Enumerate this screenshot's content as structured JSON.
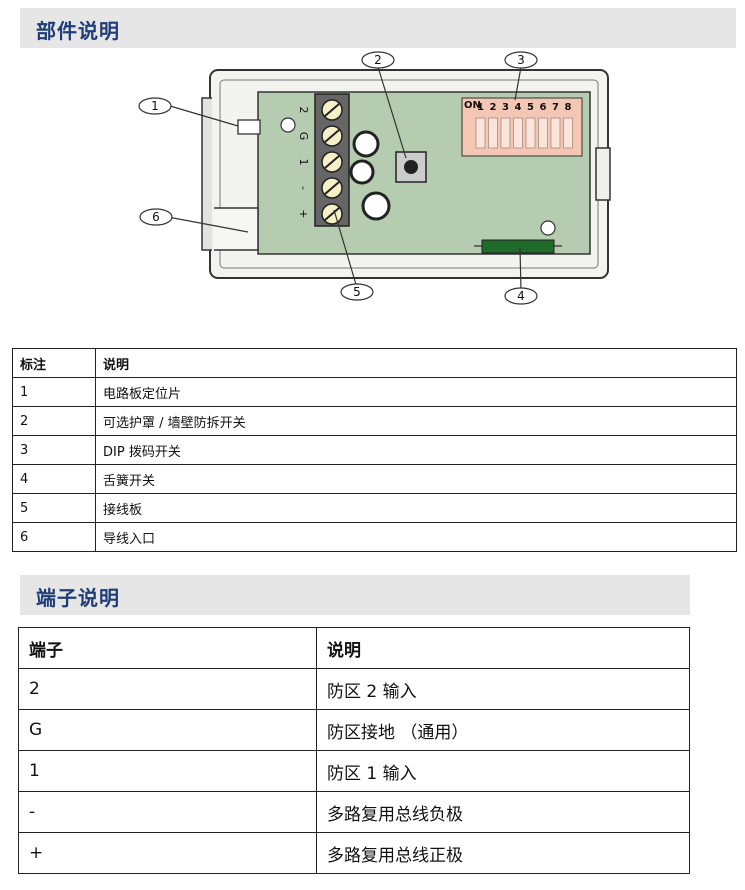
{
  "components_section": {
    "title": "部件说明"
  },
  "diagram": {
    "callouts": [
      "1",
      "2",
      "3",
      "4",
      "5",
      "6"
    ],
    "terminal_labels": [
      "2",
      "G",
      "1",
      "-",
      "+"
    ],
    "dip": {
      "on_label": "ON",
      "switch_numbers": [
        "1",
        "2",
        "3",
        "4",
        "5",
        "6",
        "7",
        "8"
      ]
    },
    "colors": {
      "board": "#b5ccb0",
      "dip": "#f4c7b4",
      "reed": "#1f6b2a"
    }
  },
  "parts_table": {
    "headers": [
      "标注",
      "说明"
    ],
    "rows": [
      [
        "1",
        "电路板定位片"
      ],
      [
        "2",
        "可选护罩 / 墙壁防拆开关"
      ],
      [
        "3",
        "DIP 拨码开关"
      ],
      [
        "4",
        "舌簧开关"
      ],
      [
        "5",
        "接线板"
      ],
      [
        "6",
        "导线入口"
      ]
    ]
  },
  "terminals_section": {
    "title": "端子说明"
  },
  "terminal_table": {
    "headers": [
      "端子",
      "说明"
    ],
    "rows": [
      [
        "2",
        "防区 2 输入"
      ],
      [
        "G",
        "防区接地 （通用）"
      ],
      [
        "1",
        "防区 1 输入"
      ],
      [
        "-",
        "多路复用总线负极"
      ],
      [
        "+",
        "多路复用总线正极"
      ]
    ]
  }
}
